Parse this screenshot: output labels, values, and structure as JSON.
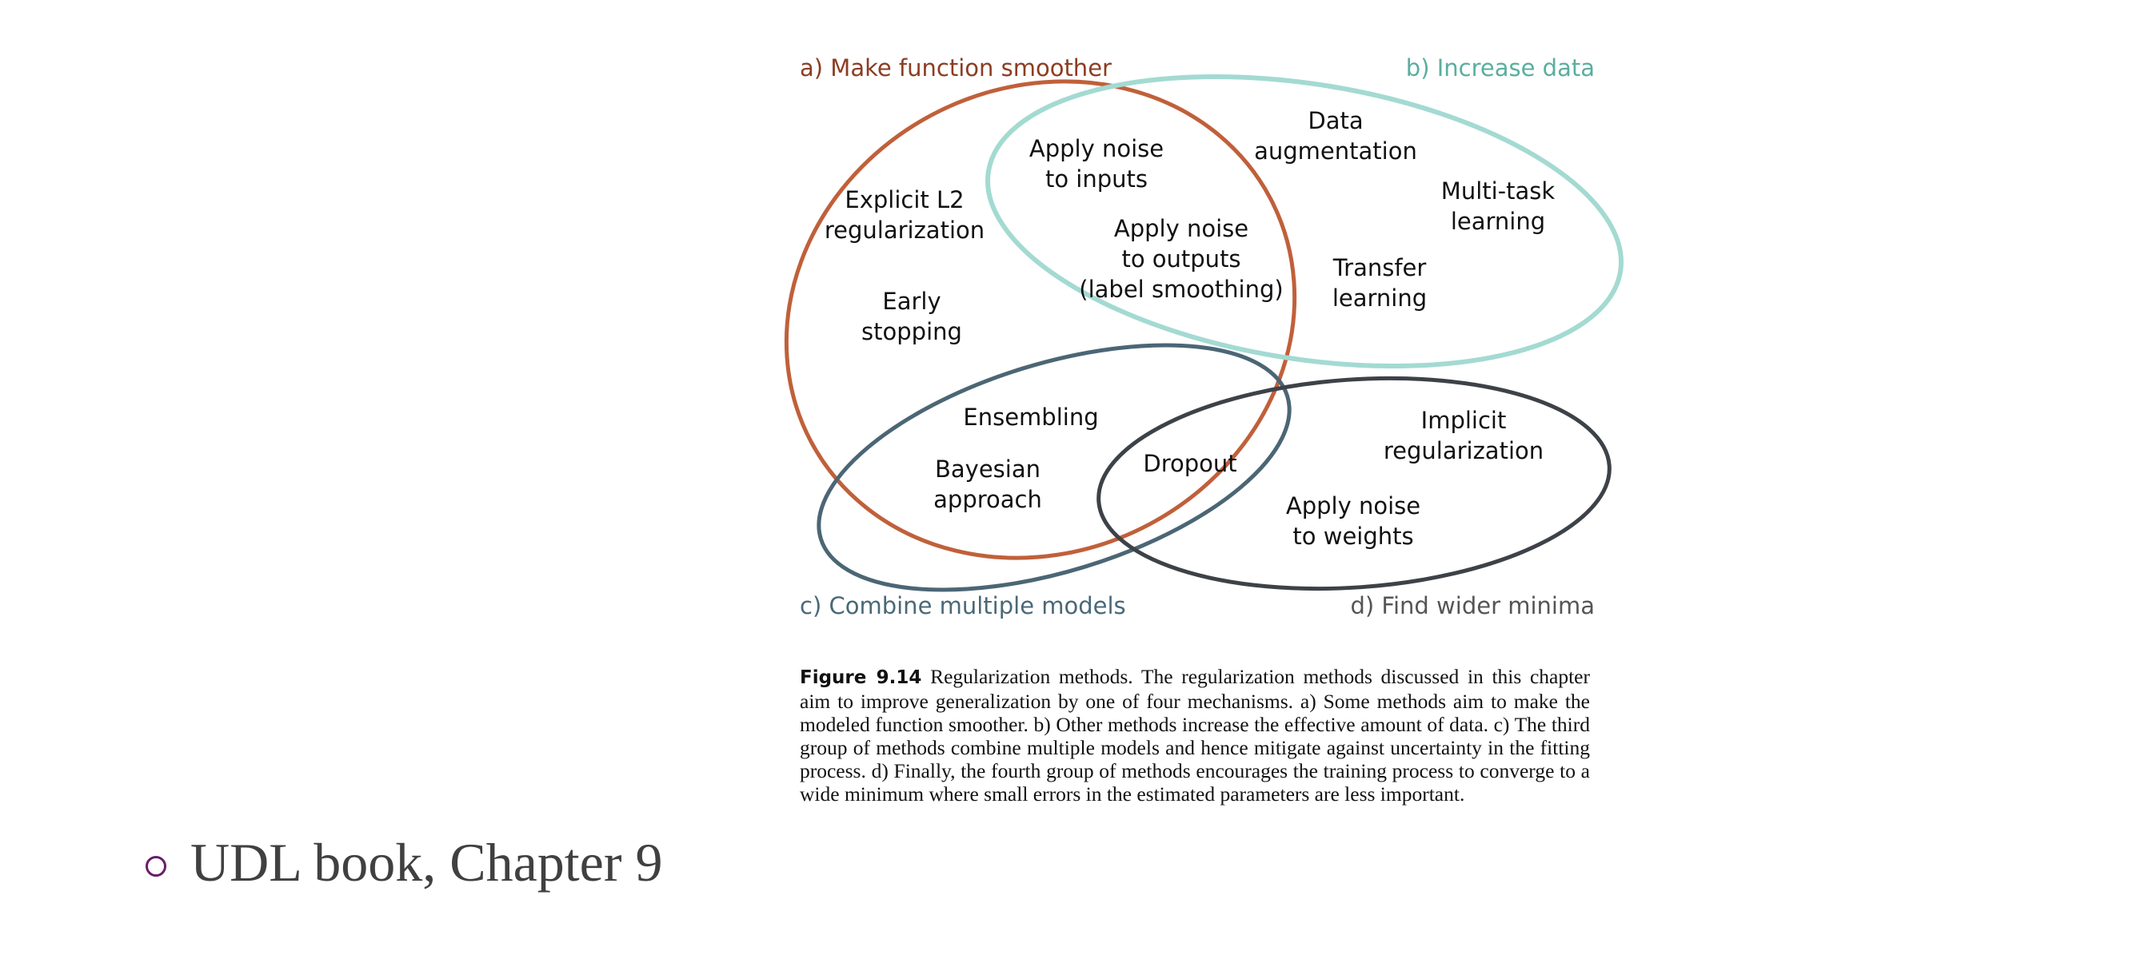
{
  "figure": {
    "groups": {
      "a": {
        "label": "a) Make function smoother",
        "color": "#c0603a",
        "label_color": "#8b3d22"
      },
      "b": {
        "label": "b) Increase data",
        "color": "#a3dad2",
        "label_color": "#5aaea0"
      },
      "c": {
        "label": "c) Combine multiple models",
        "color": "#4b6675",
        "label_color": "#4a6878"
      },
      "d": {
        "label": "d) Find wider minima",
        "color": "#3d4248",
        "label_color": "#555555"
      }
    },
    "methods": {
      "noise_inputs": [
        "Apply noise",
        "to inputs"
      ],
      "data_aug": [
        "Data",
        "augmentation"
      ],
      "multitask": [
        "Multi-task",
        "learning"
      ],
      "l2": [
        "Explicit L2",
        "regularization"
      ],
      "noise_outputs": [
        "Apply noise",
        "to outputs",
        "(label smoothing)"
      ],
      "transfer": [
        "Transfer",
        "learning"
      ],
      "early": [
        "Early",
        "stopping"
      ],
      "ensembling": [
        "Ensembling"
      ],
      "implicit": [
        "Implicit",
        "regularization"
      ],
      "dropout": [
        "Dropout"
      ],
      "bayesian": [
        "Bayesian",
        "approach"
      ],
      "noise_weights": [
        "Apply noise",
        "to weights"
      ]
    }
  },
  "caption": {
    "label": "Figure 9.14",
    "text": "Regularization methods.  The regularization methods discussed in this chapter aim to improve generalization by one of four mechanisms. a) Some methods aim to make the modeled function smoother. b) Other methods increase the effective amount of data. c) The third group of methods combine multiple models and hence mitigate against uncertainty in the fitting process. d) Finally, the fourth group of methods encourages the training process to converge to a wide minimum where small errors in the estimated parameters are less important."
  },
  "bullet": {
    "text": "UDL book, Chapter 9",
    "color": "#6a1b6a"
  }
}
